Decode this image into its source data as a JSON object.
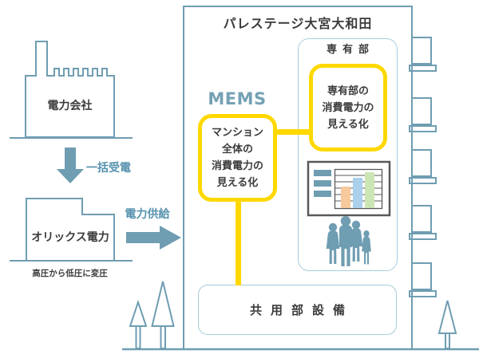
{
  "diagram": {
    "supply_chain": {
      "power_company_label": "電力会社",
      "bulk_receiving_label": "一括受電",
      "orix_label": "オリックス電力",
      "voltage_note": "高圧から低圧に変圧",
      "power_supply_label": "電力供給"
    },
    "building": {
      "title": "パレステージ大宮大和田",
      "mems_label": "MEMS",
      "mansion_visual_label": "マンション\n全体の\n消費電力の\n見える化",
      "private_area": {
        "title": "専有部",
        "visual_label": "専有部の\n消費電力の\n見える化"
      },
      "common_area_label": "共用部設備"
    },
    "icons": {
      "factory": "factory-icon",
      "orix_building": "building-icon",
      "down_arrow": "arrow-down-icon",
      "right_arrow": "arrow-right-icon",
      "monitor": "monitor-chart-icon",
      "family": "family-icon",
      "trees": "tree-icon"
    },
    "colors": {
      "outline_blue": "#6F9DB2",
      "steel_fill": "#6F9DB2",
      "label_blue": "#5692AE",
      "mems_blue": "#74A1B4",
      "highlight_yellow": "#FFD800",
      "text_dark": "#3B3B3B",
      "container_border": "#A9CBDD",
      "monitor_frame": "#58595B",
      "bar_orange": "#F6CA9C",
      "bar_blue": "#ABD0EC",
      "bar_green": "#CBE5B4"
    }
  }
}
